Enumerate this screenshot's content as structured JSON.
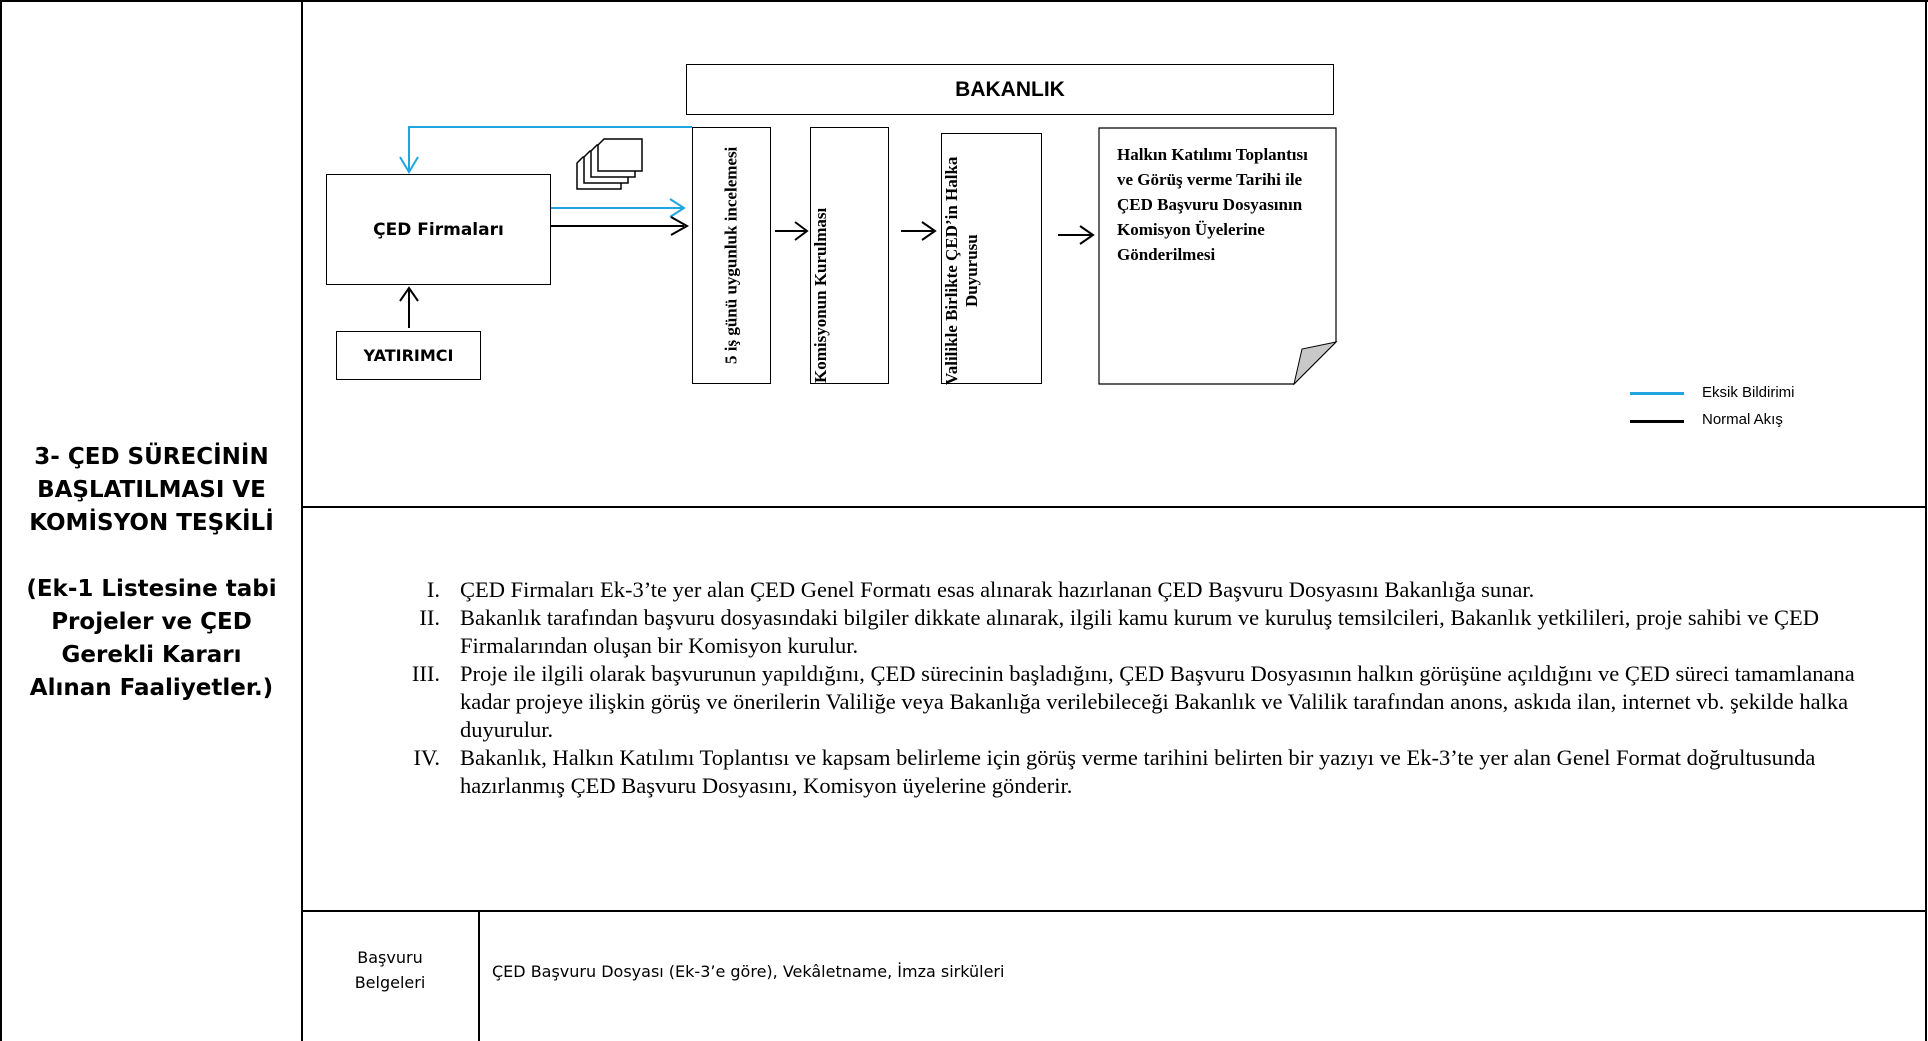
{
  "left_panel": {
    "title": "3- ÇED SÜRECİNİN BAŞLATILMASI VE KOMİSYON TEŞKİLİ",
    "subtitle": "(Ek-1 Listesine tabi Projeler ve ÇED Gerekli Kararı Alınan Faaliyetler.)"
  },
  "diagram": {
    "bakanlik": "BAKANLIK",
    "ced_firmalari": "ÇED Firmaları",
    "yatirimci": "YATIRIMCI",
    "step1": "5 iş günü uygunluk incelemesi",
    "step2": "Komisyonun Kurulması",
    "step3": "Valilikle Birlikte ÇED’in Halka Duyurusu",
    "step4": "Halkın Katılımı Toplantısı ve Görüş verme Tarihi ile ÇED Başvuru Dosyasının Komisyon Üyelerine Gönderilmesi",
    "colors": {
      "eksik": "#1fa6e0",
      "normal": "#000000"
    }
  },
  "legend": {
    "eksik": "Eksik Bildirimi",
    "normal": "Normal Akış"
  },
  "items": [
    {
      "num": "I.",
      "text": "ÇED Firmaları Ek-3’te yer alan ÇED Genel Formatı esas alınarak hazırlanan ÇED Başvuru Dosyasını Bakanlığa sunar."
    },
    {
      "num": "II.",
      "text": "Bakanlık tarafından başvuru dosyasındaki bilgiler dikkate alınarak, ilgili kamu kurum ve kuruluş temsilcileri, Bakanlık yetkilileri, proje sahibi ve ÇED Firmalarından oluşan bir Komisyon kurulur."
    },
    {
      "num": "III.",
      "text": "Proje ile ilgili olarak başvurunun yapıldığını, ÇED sürecinin başladığını, ÇED Başvuru Dosyasının halkın görüşüne açıldığını ve ÇED süreci tamamlanana kadar projeye ilişkin görüş ve önerilerin Valiliğe veya Bakanlığa verilebileceği Bakanlık ve Valilik tarafından anons, askıda ilan, internet vb. şekilde halka duyurulur."
    },
    {
      "num": "IV.",
      "text": "Bakanlık, Halkın Katılımı Toplantısı ve kapsam belirleme için görüş verme tarihini belirten bir yazıyı ve Ek-3’te yer alan Genel Format doğrultusunda hazırlanmış ÇED Başvuru Dosyasını, Komisyon üyelerine gönderir."
    }
  ],
  "documents": {
    "label": "Başvuru Belgeleri",
    "value": "ÇED Başvuru Dosyası (Ek-3’e göre), Vekâletname, İmza sirküleri"
  }
}
